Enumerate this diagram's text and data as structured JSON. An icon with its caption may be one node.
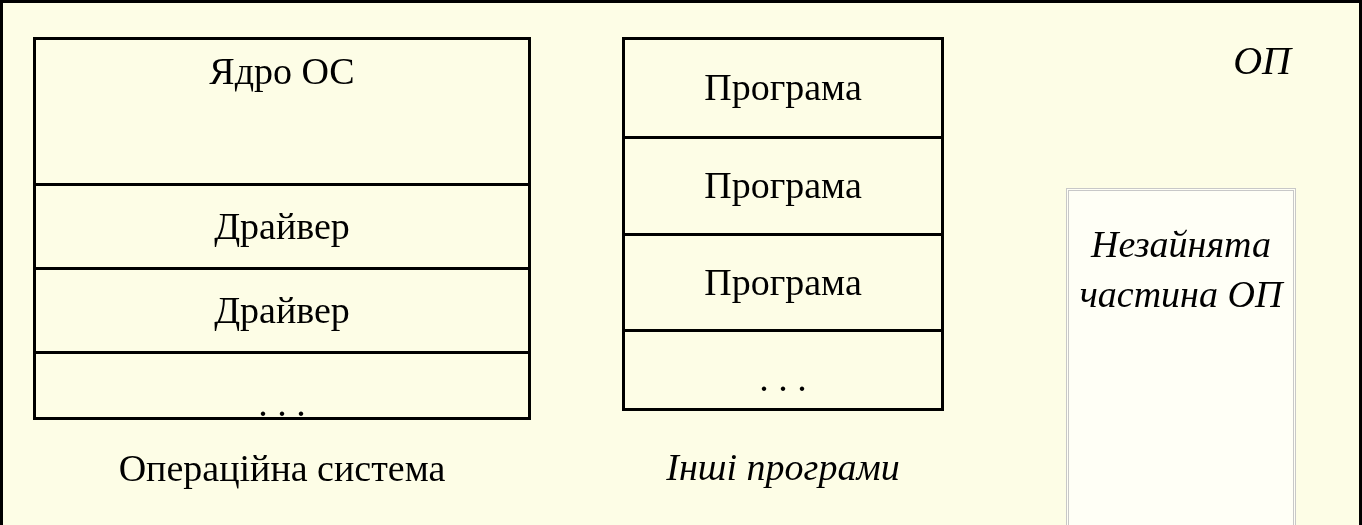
{
  "diagram": {
    "nodes": [
      {
        "text": [
          "ОП"
        ]
      },
      {
        "text": [],
        "shape": "box",
        "in": 0,
        "beside": [
          "Операційна система"
        ]
      },
      {
        "text": [
          "Ядро ОС"
        ],
        "in": 1
      },
      {
        "text": [
          "Драйвер"
        ],
        "in": 1
      },
      {
        "text": [
          "Драйвер"
        ],
        "in": 1
      },
      {
        "text": [
          ". . ."
        ],
        "in": 1
      },
      {
        "text": [],
        "shape": "box",
        "in": 0,
        "beside": [
          "Інші програми"
        ]
      },
      {
        "text": [
          "Програма"
        ],
        "in": 6
      },
      {
        "text": [
          "Програма"
        ],
        "in": 6
      },
      {
        "text": [
          "Програма"
        ],
        "in": 6
      },
      {
        "text": [
          ". . ."
        ],
        "in": 6
      },
      {
        "text": [
          "Незайнята частина ОП"
        ],
        "in": 0
      }
    ]
  }
}
